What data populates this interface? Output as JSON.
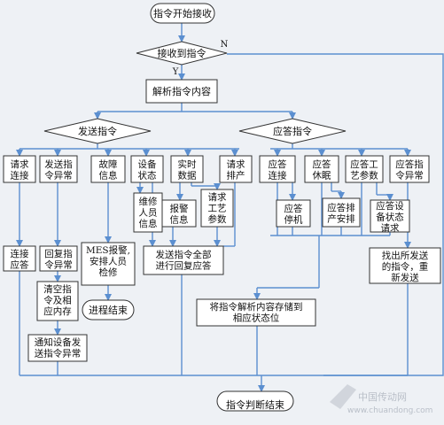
{
  "flowchart": {
    "start": "指令开始接收",
    "receive_decision": "接收到指令",
    "branch_no": "N",
    "branch_yes": "Y",
    "parse": "解析指令内容",
    "send_decision": "发送指令",
    "reply_decision": "应答指令",
    "send_items": {
      "request_connect": [
        "请求",
        "连接"
      ],
      "send_error": [
        "发送指",
        "令异常"
      ],
      "fault_info": [
        "故障",
        "信息"
      ],
      "device_status": [
        "设备",
        "状态"
      ],
      "realtime_data": [
        "实时",
        "数据"
      ],
      "request_schedule": [
        "请求",
        "排产"
      ]
    },
    "send_sub": {
      "maint_staff": [
        "维修",
        "人员",
        "信息"
      ],
      "alarm_info": [
        "报警",
        "信息"
      ],
      "request_params": [
        "请求",
        "工艺",
        "参数"
      ]
    },
    "reply_items": {
      "reply_connect": [
        "应答",
        "连接"
      ],
      "reply_sleep": [
        "应答",
        "休眠"
      ],
      "reply_params": [
        "应答工",
        "艺参数"
      ],
      "reply_error": [
        "应答指",
        "令异常"
      ]
    },
    "reply_sub": {
      "reply_stop": [
        "应答",
        "停机"
      ],
      "reply_schedule": [
        "应答排",
        "产安排"
      ],
      "reply_device_status": [
        "应答设",
        "备状态",
        "请求"
      ]
    },
    "actions": {
      "connect_reply": [
        "连接",
        "应答"
      ],
      "reply_send_error": [
        "回复指",
        "令异常"
      ],
      "clear_memory": [
        "清空指",
        "令及相",
        "应内存"
      ],
      "notify_device": [
        "通知设备发",
        "送指令异常"
      ],
      "mes_alarm": [
        "MES报警,",
        "安排人员",
        "检修"
      ],
      "process_end": "进程结束",
      "send_all_reply": [
        "发送指令全部",
        "进行回复应答"
      ],
      "store_status": [
        "将指令解析内容存储到",
        "相应状态位"
      ],
      "resend": [
        "找出所发送",
        "的指令，重",
        "新发送"
      ]
    },
    "end": "指令判断结束"
  },
  "watermark": {
    "site_cn": "中国传动网",
    "site_url": "www.chuandong.com"
  },
  "colors": {
    "line": "#5b8fd0",
    "box_border": "#333333",
    "box_fill": "#ffffff",
    "background": "#eef1f5"
  }
}
